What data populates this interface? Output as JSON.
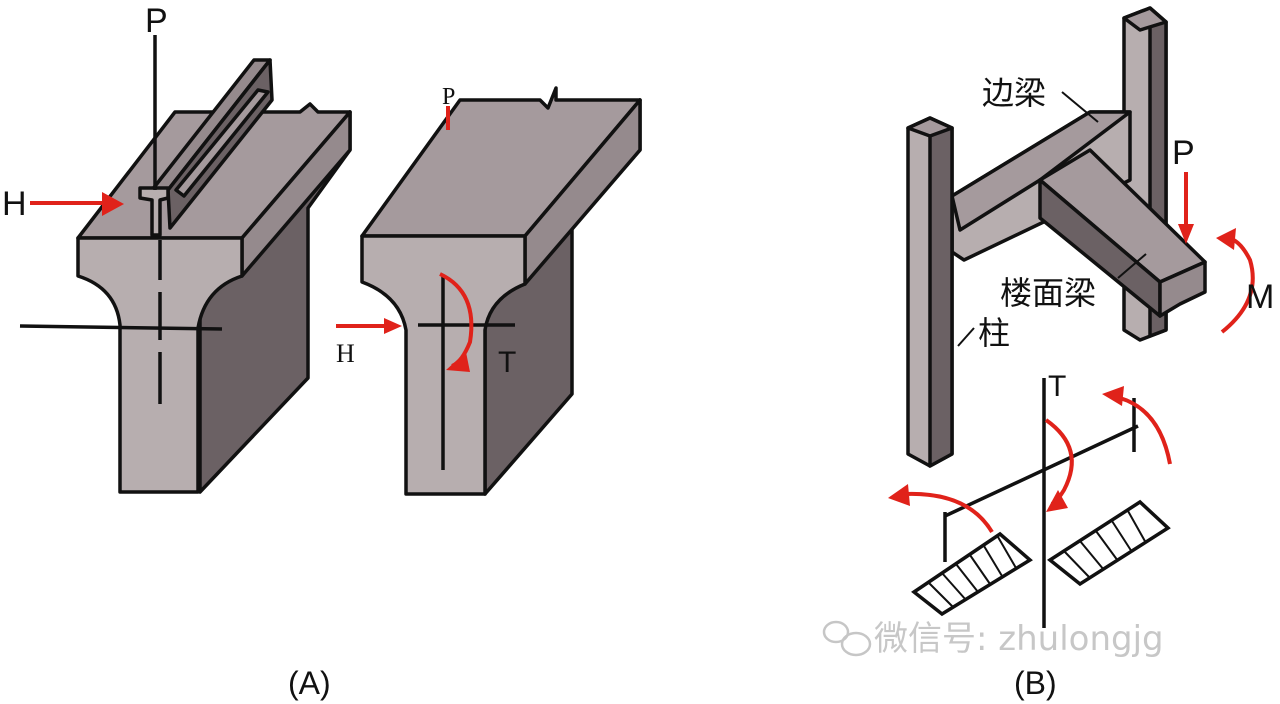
{
  "figure": {
    "left_caption": "(A)",
    "right_caption": "(B)",
    "watermark": "微信号: zhulongjg",
    "panel_a1": {
      "vertical_load": "P",
      "horizontal_load": "H"
    },
    "panel_a2": {
      "vertical_load": "P",
      "horizontal_load": "H",
      "torsion": "T"
    },
    "panel_b": {
      "edge_beam": "边梁",
      "floor_beam": "楼面梁",
      "column": "柱",
      "load": "P",
      "moment": "M",
      "torsion": "T"
    }
  },
  "colors": {
    "arrow": "#e0221a",
    "concrete_light": "#b7aeaf",
    "concrete_dark": "#6b6164"
  }
}
